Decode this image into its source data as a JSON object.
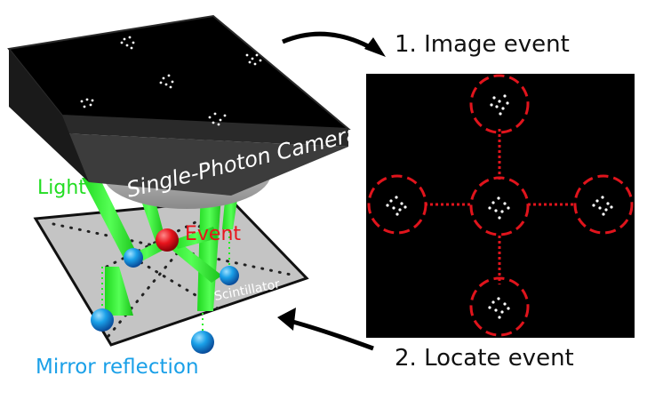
{
  "labels": {
    "camera": "Single-Photon Camera",
    "light": "Light",
    "event": "Event",
    "scintillator": "Scintillator",
    "mirror": "Mirror reflection",
    "step1": "1. Image event",
    "step2": "2. Locate event"
  },
  "colors": {
    "light": "#22ee22",
    "event": "#e8141c",
    "mirror": "#1aa0e8",
    "dashed": "#e0141c",
    "camera_top": "#000000",
    "camera_side": "#3a3a3a",
    "scintillator": "#c8c8c8"
  }
}
